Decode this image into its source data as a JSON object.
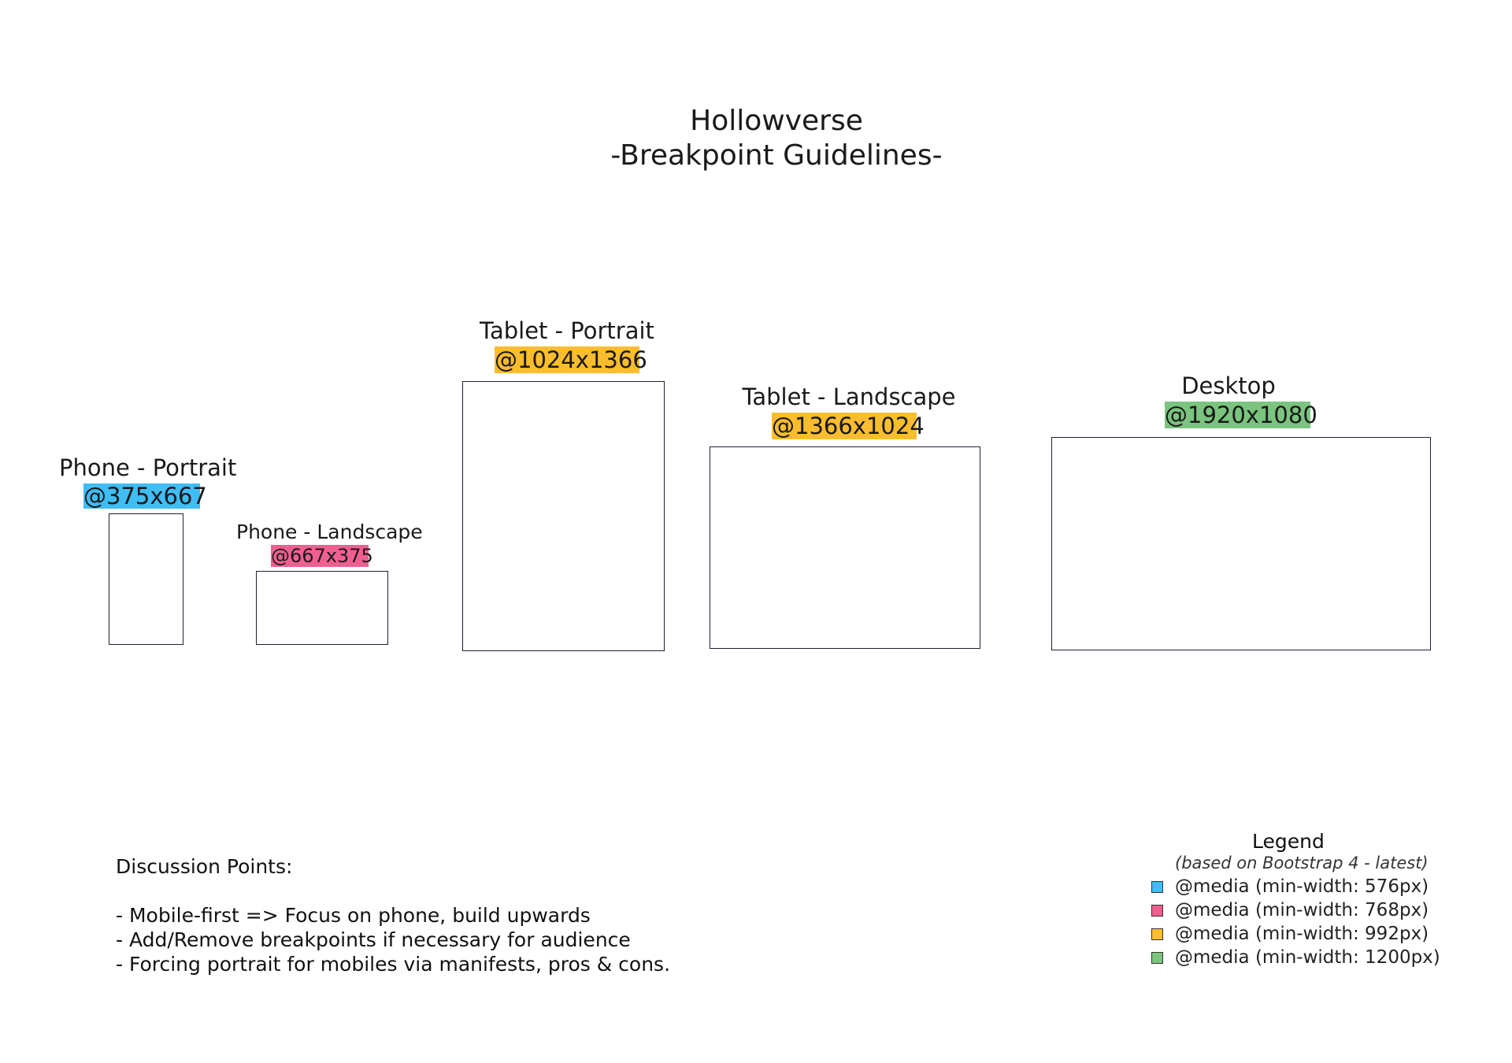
{
  "title": {
    "line1": "Hollowverse",
    "line2": "-Breakpoint Guidelines-"
  },
  "colors": {
    "blue": "#3fbdf4",
    "pink": "#f0608f",
    "orange": "#fbbd2e",
    "green": "#7bc47f"
  },
  "devices": {
    "phone_portrait": {
      "label": "Phone - Portrait",
      "size": "@375x667"
    },
    "phone_landscape": {
      "label": "Phone - Landscape",
      "size": "@667x375"
    },
    "tablet_portrait": {
      "label": "Tablet - Portrait",
      "size": "@1024x1366"
    },
    "tablet_landscape": {
      "label": "Tablet - Landscape",
      "size": "@1366x1024"
    },
    "desktop": {
      "label": "Desktop",
      "size": "@1920x1080"
    }
  },
  "discussion": {
    "heading": "Discussion Points:",
    "points": [
      "- Mobile-first => Focus on phone, build upwards",
      "- Add/Remove breakpoints if necessary for audience",
      "- Forcing portrait for mobiles via manifests, pros & cons."
    ]
  },
  "legend": {
    "title": "Legend",
    "subtitle": "(based on Bootstrap 4 - latest)",
    "items": [
      "@media (min-width: 576px)",
      "@media (min-width: 768px)",
      "@media (min-width: 992px)",
      "@media (min-width: 1200px)"
    ]
  }
}
